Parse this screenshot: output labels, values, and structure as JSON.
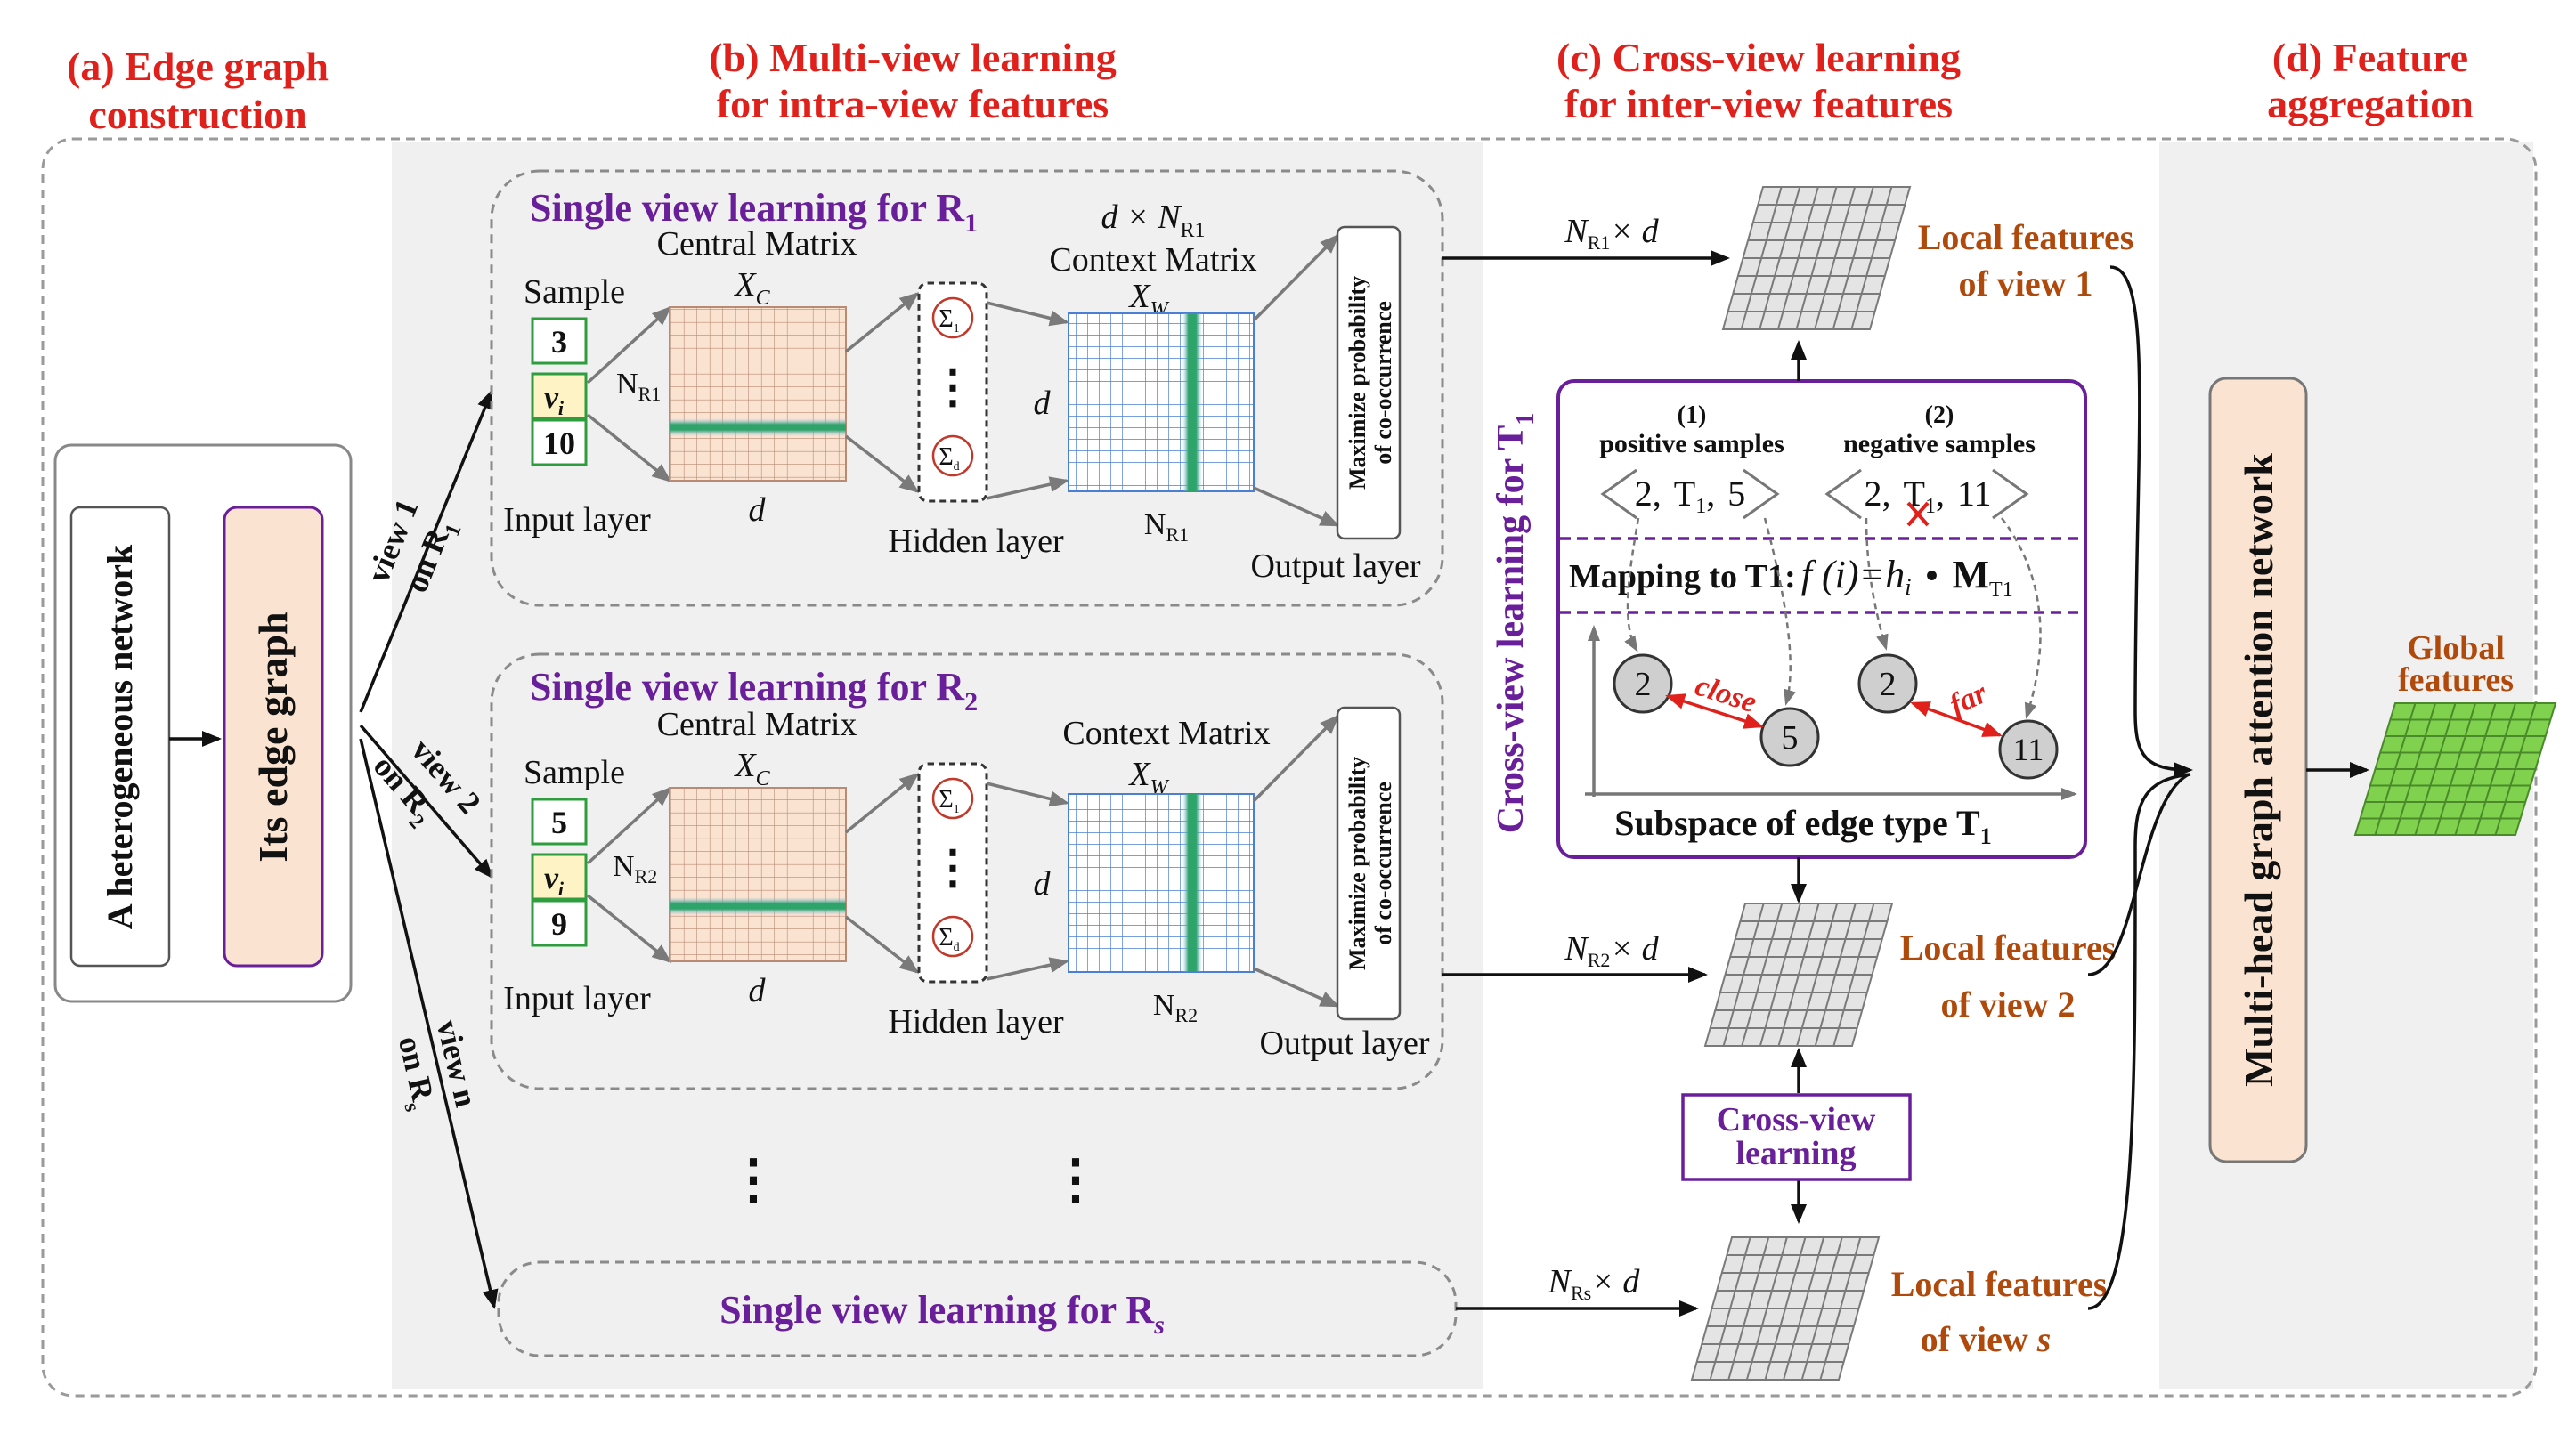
{
  "sections": {
    "a": [
      "(a) Edge graph",
      "construction"
    ],
    "b": [
      "(b) Multi-view learning",
      "for intra-view features"
    ],
    "c": [
      "(c) Cross-view learning",
      "for inter-view features"
    ],
    "d": [
      "(d) Feature",
      "aggregation"
    ]
  },
  "part_a": {
    "network": "A heterogeneous network",
    "edge_graph": "Its edge graph"
  },
  "view_arrows": {
    "v1": [
      "view 1",
      "on R",
      "1"
    ],
    "v2": [
      "view 2",
      "on R",
      "2"
    ],
    "vn": [
      "view n",
      "on R",
      "s"
    ]
  },
  "single_view": {
    "title_prefix": "Single view learning for R",
    "r1_sub": "1",
    "r2_sub": "2",
    "rs_sub": "s",
    "central_matrix": "Central Matrix",
    "context_matrix": "Context Matrix",
    "xc": "X",
    "xc_sub": "C",
    "xw": "X",
    "xw_sub": "W",
    "sample": "Sample",
    "input_layer": "Input layer",
    "hidden_layer": "Hidden layer",
    "output_layer": "Output layer",
    "d": "d",
    "n_prefix": "N",
    "n_sub_r1": "R1",
    "n_sub_r2": "R2",
    "d_times_n": "d × N",
    "samples_r1": [
      "3",
      "v",
      "10"
    ],
    "samples_r2": [
      "5",
      "v",
      "9"
    ],
    "vi_sub": "i",
    "sigma": "Σ",
    "sigma_sub_top": "1",
    "sigma_sub_bot": "d",
    "ellipsis": "⋮",
    "maximize": [
      "Maximize probability",
      "of co-occurrence"
    ]
  },
  "part_c": {
    "cross_view_vertical": "Cross-view learning for T",
    "cross_view_sub": "1",
    "pos_num": "(1)",
    "pos_label": "positive samples",
    "neg_num": "(2)",
    "neg_label": "negative samples",
    "pos_tuple": [
      "2,",
      "T",
      "1",
      ",",
      "5"
    ],
    "neg_tuple": [
      "2,",
      "T",
      "1",
      ",",
      "11"
    ],
    "mapping_prefix": "Mapping to T1:",
    "mapping_formula": "f (i)=h",
    "mapping_i": "i",
    "mapping_dot": "•",
    "mapping_m": "M",
    "mapping_m_sub": "T1",
    "node_2a": "2",
    "node_5": "5",
    "node_2b": "2",
    "node_11": "11",
    "close": "close",
    "far": "far",
    "subspace": "Subspace of edge type T",
    "subspace_sub": "1",
    "cross_view_box": [
      "Cross-view",
      "learning"
    ],
    "nd_label": "× d",
    "nd_sub_1": "R1",
    "nd_sub_2": "R2",
    "nd_sub_s": "Rs",
    "local1": [
      "Local features",
      "of view 1"
    ],
    "local2": [
      "Local features",
      "of  view 2"
    ],
    "locals": [
      "Local features",
      "of view "
    ],
    "locals_s": "s"
  },
  "part_d": {
    "mhgat": "Multi-head graph attention network",
    "global": [
      "Global",
      "features"
    ]
  },
  "colors": {
    "header_red": "#e0201b",
    "purple": "#6a1f9a",
    "brown": "#b04a0c",
    "peach": "#fbe3d2",
    "sample_green": "#2e9d3e",
    "grid_blue": "#4a7fd4",
    "feature_green": "#7fd14e",
    "node_gray": "#cfcfcf",
    "panel_gray": "#f0f0f0"
  }
}
